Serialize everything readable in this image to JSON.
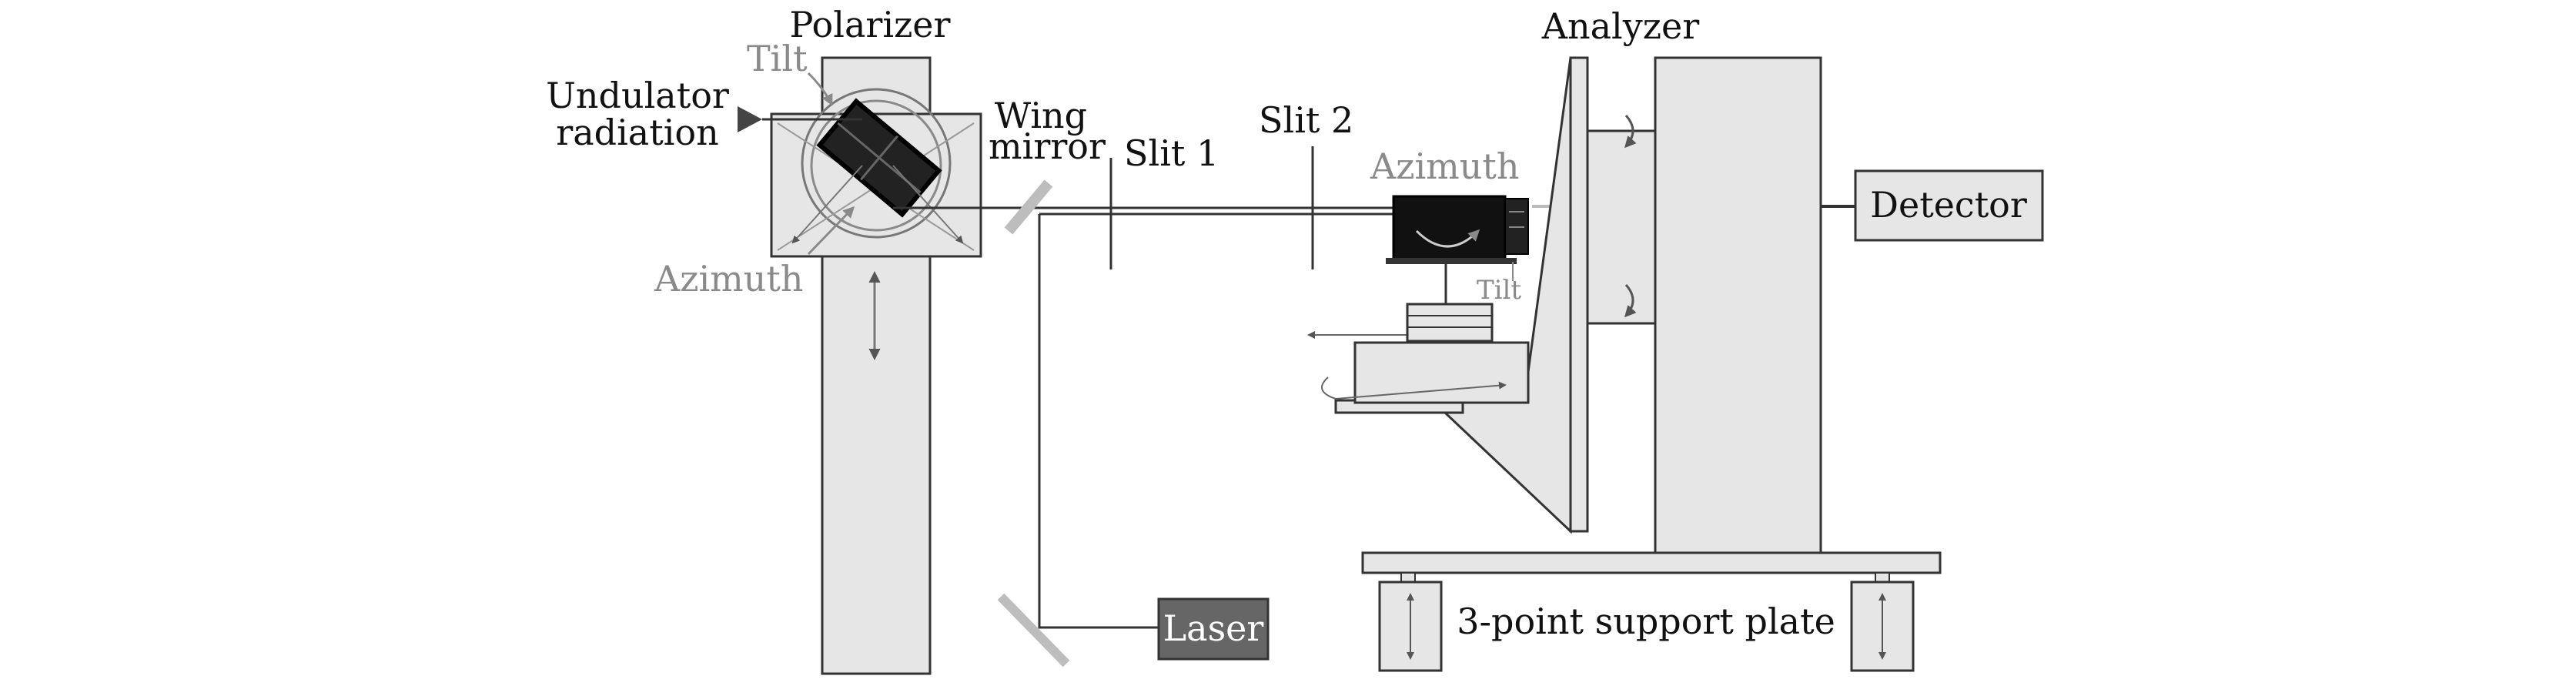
{
  "labels": {
    "polarizer": "Polarizer",
    "tilt_polarizer": "Tilt",
    "undulator_line1": "Undulator",
    "undulator_line2": "radiation",
    "azimuth_polarizer": "Azimuth",
    "wing_line1": "Wing",
    "wing_line2": "mirror",
    "slit1": "Slit 1",
    "slit2": "Slit 2",
    "analyzer": "Analyzer",
    "azimuth_analyzer": "Azimuth",
    "tilt_analyzer": "Tilt",
    "detector": "Detector",
    "laser": "Laser",
    "support_plate": "3-point support plate"
  },
  "colors": {
    "outline": "#333333",
    "panel_fill": "#e6e6e6",
    "gray_label": "#8a8a8a",
    "crystal": "#111111",
    "laser_box": "#666666",
    "mirror": "#bdbdbd"
  }
}
